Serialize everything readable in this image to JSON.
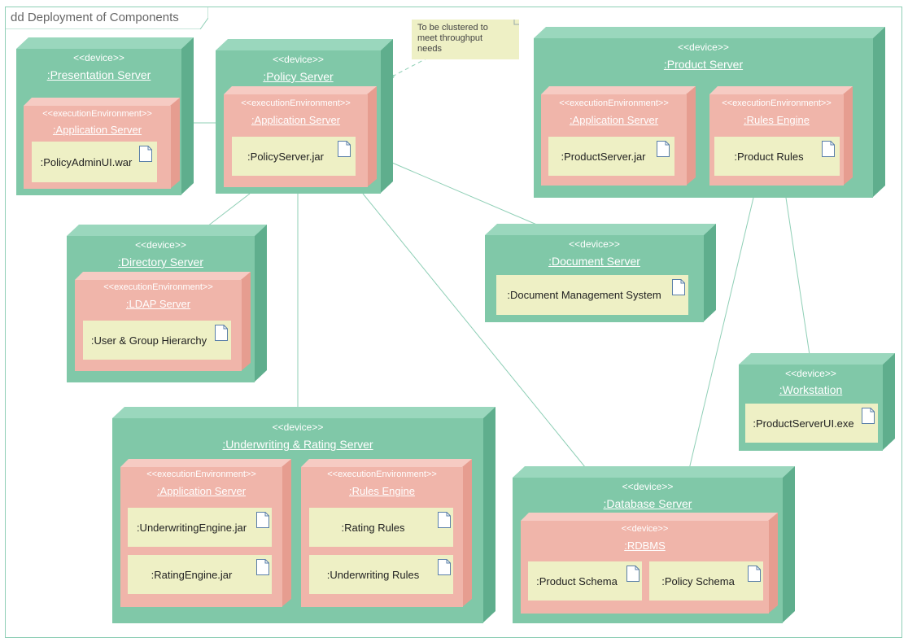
{
  "frame": {
    "title": "dd Deployment of Components"
  },
  "note": {
    "text": "To be clustered to\nmeet throughput\nneeds"
  },
  "nodes": {
    "presentation": {
      "stereotype": "<<device>>",
      "name": ":Presentation Server",
      "env": {
        "stereotype": "<<executionEnvironment>>",
        "name": ":Application Server",
        "artifacts": [
          ":PolicyAdminUI.war"
        ]
      }
    },
    "policy": {
      "stereotype": "<<device>>",
      "name": ":Policy Server",
      "env": {
        "stereotype": "<<executionEnvironment>>",
        "name": ":Application Server",
        "artifacts": [
          ":PolicyServer.jar"
        ]
      }
    },
    "product": {
      "stereotype": "<<device>>",
      "name": ":Product Server",
      "envs": [
        {
          "stereotype": "<<executionEnvironment>>",
          "name": ":Application Server",
          "artifacts": [
            ":ProductServer.jar"
          ]
        },
        {
          "stereotype": "<<executionEnvironment>>",
          "name": ":Rules Engine",
          "artifacts": [
            ":Product Rules"
          ]
        }
      ]
    },
    "directory": {
      "stereotype": "<<device>>",
      "name": ":Directory Server",
      "env": {
        "stereotype": "<<executionEnvironment>>",
        "name": ":LDAP Server",
        "artifacts": [
          ":User & Group Hierarchy"
        ]
      }
    },
    "document": {
      "stereotype": "<<device>>",
      "name": ":Document Server",
      "artifacts": [
        ":Document Management System"
      ]
    },
    "workstation": {
      "stereotype": "<<device>>",
      "name": ":Workstation",
      "artifacts": [
        ":ProductServerUI.exe"
      ]
    },
    "underwriting": {
      "stereotype": "<<device>>",
      "name": ":Underwriting & Rating Server",
      "envs": [
        {
          "stereotype": "<<executionEnvironment>>",
          "name": ":Application Server",
          "artifacts": [
            ":UnderwritingEngine.jar",
            ":RatingEngine.jar"
          ]
        },
        {
          "stereotype": "<<executionEnvironment>>",
          "name": ":Rules Engine",
          "artifacts": [
            ":Rating Rules",
            ":Underwriting Rules"
          ]
        }
      ]
    },
    "database": {
      "stereotype": "<<device>>",
      "name": ":Database Server",
      "env": {
        "stereotype": "<<device>>",
        "name": ":RDBMS",
        "artifacts": [
          ":Product Schema",
          ":Policy Schema"
        ]
      }
    }
  },
  "colors": {
    "node_face": "#80c8a8",
    "env_face": "#f0b5aa",
    "artifact": "#eef0c5",
    "connector": "#8fcfb6"
  }
}
